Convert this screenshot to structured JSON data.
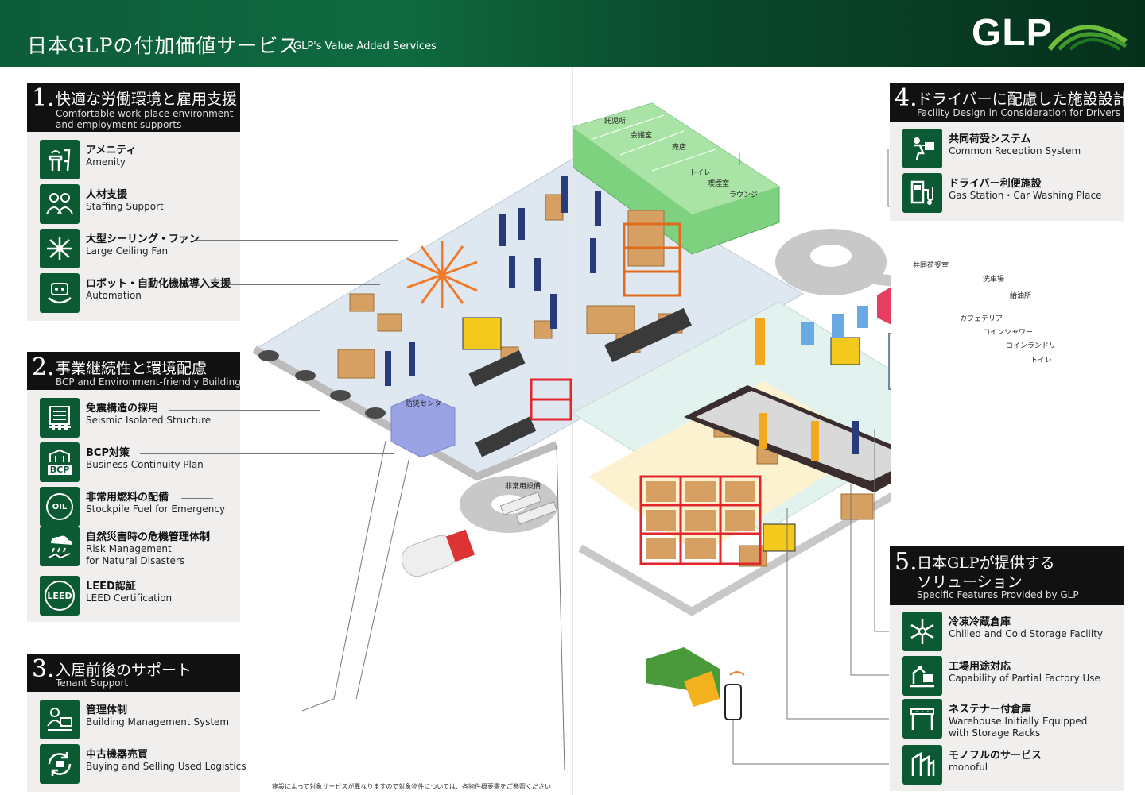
{
  "header": {
    "title": "日本GLPの付加価値サービス",
    "subtitle": "GLP's Value Added Services",
    "logo": "GLP"
  },
  "sections": [
    {
      "num": "1.",
      "title": "快適な労働環境と雇用支援",
      "subtitle_lines": [
        "Comfortable work place environment",
        "and employment supports"
      ],
      "items": [
        {
          "jp": "アメニティ",
          "en": [
            "Amenity"
          ],
          "icon": "amenity-icon"
        },
        {
          "jp": "人材支援",
          "en": [
            "Staffing Support"
          ],
          "icon": "staffing-icon"
        },
        {
          "jp": "大型シーリング・ファン",
          "en": [
            "Large Ceiling Fan"
          ],
          "icon": "fan-icon"
        },
        {
          "jp": "ロボット・自動化機械導入支援",
          "en": [
            "Automation"
          ],
          "icon": "robot-icon"
        }
      ]
    },
    {
      "num": "2.",
      "title": "事業継続性と環境配慮",
      "subtitle_lines": [
        "BCP and Environment-friendly Building"
      ],
      "items": [
        {
          "jp": "免震構造の採用",
          "en": [
            "Seismic Isolated Structure"
          ],
          "icon": "seismic-icon"
        },
        {
          "jp": "BCP対策",
          "en": [
            "Business Continuity Plan"
          ],
          "icon": "bcp-icon"
        },
        {
          "jp": "非常用燃料の配備",
          "en": [
            "Stockpile Fuel for Emergency"
          ],
          "icon": "oil-icon"
        },
        {
          "jp": "自然災害時の危機管理体制",
          "en": [
            "Risk Management",
            "for Natural Disasters"
          ],
          "icon": "disaster-icon"
        },
        {
          "jp": "LEED認証",
          "en": [
            "LEED Certification"
          ],
          "icon": "leed-icon"
        }
      ]
    },
    {
      "num": "3.",
      "title": "入居前後のサポート",
      "subtitle_lines": [
        "Tenant Support"
      ],
      "items": [
        {
          "jp": "管理体制",
          "en": [
            "Building Management System"
          ],
          "icon": "management-icon"
        },
        {
          "jp": "中古機器売買",
          "en": [
            "Buying and Selling Used Logistics"
          ],
          "icon": "recycle-icon"
        }
      ]
    },
    {
      "num": "4.",
      "title": "ドライバーに配慮した施設設計",
      "subtitle_lines": [
        "Facility Design in Consideration for Drivers"
      ],
      "items": [
        {
          "jp": "共同荷受システム",
          "en": [
            "Common Reception System"
          ],
          "icon": "reception-icon"
        },
        {
          "jp": "ドライバー利便施設",
          "en": [
            "Gas Station・Car Washing Place"
          ],
          "icon": "gas-station-icon"
        }
      ]
    },
    {
      "num": "5.",
      "title_lines": [
        "日本GLPが提供する",
        "ソリューション"
      ],
      "subtitle_lines": [
        "Specific Features Provided by GLP"
      ],
      "items": [
        {
          "jp": "冷凍冷蔵倉庫",
          "en": [
            "Chilled and Cold Storage Facility"
          ],
          "icon": "snowflake-icon"
        },
        {
          "jp": "工場用途対応",
          "en": [
            "Capability of Partial Factory Use"
          ],
          "icon": "factory-icon"
        },
        {
          "jp": "ネステナー付倉庫",
          "en": [
            "Warehouse Initially Equipped",
            "with Storage Racks"
          ],
          "icon": "rack-icon"
        },
        {
          "jp": "モノフルのサービス",
          "en": [
            "monoful"
          ],
          "icon": "monoful-icon"
        }
      ]
    }
  ],
  "diagram_labels": {
    "nursery": "託児所",
    "meeting": "会議室",
    "shop": "売店",
    "toilet1": "トイレ",
    "smoking": "喫煙室",
    "lounge": "ラウンジ",
    "common_reception": "共同荷受室",
    "car_wash": "洗車場",
    "gas": "給油所",
    "cafeteria": "カフェテリア",
    "coin_shower": "コインシャワー",
    "coin_laundry": "コインランドリー",
    "toilet2": "トイレ",
    "disaster_center": "防災センター",
    "emergency_equipment": "非常用設備",
    "oil_text": "OIL",
    "bcp_text": "BCP",
    "leed_text": "LEED"
  },
  "footnote": "施設によって対象サービスが異なりますので対象物件については、各物件概要書をご参照ください",
  "colors": {
    "brand_green": "#0b5a34",
    "header_dark": "#06301c",
    "section_black": "#111111",
    "panel_gray": "#f1efee",
    "amenity_green": "#7ed27f",
    "orange": "#f7a437",
    "red_rack": "#e3262b"
  }
}
